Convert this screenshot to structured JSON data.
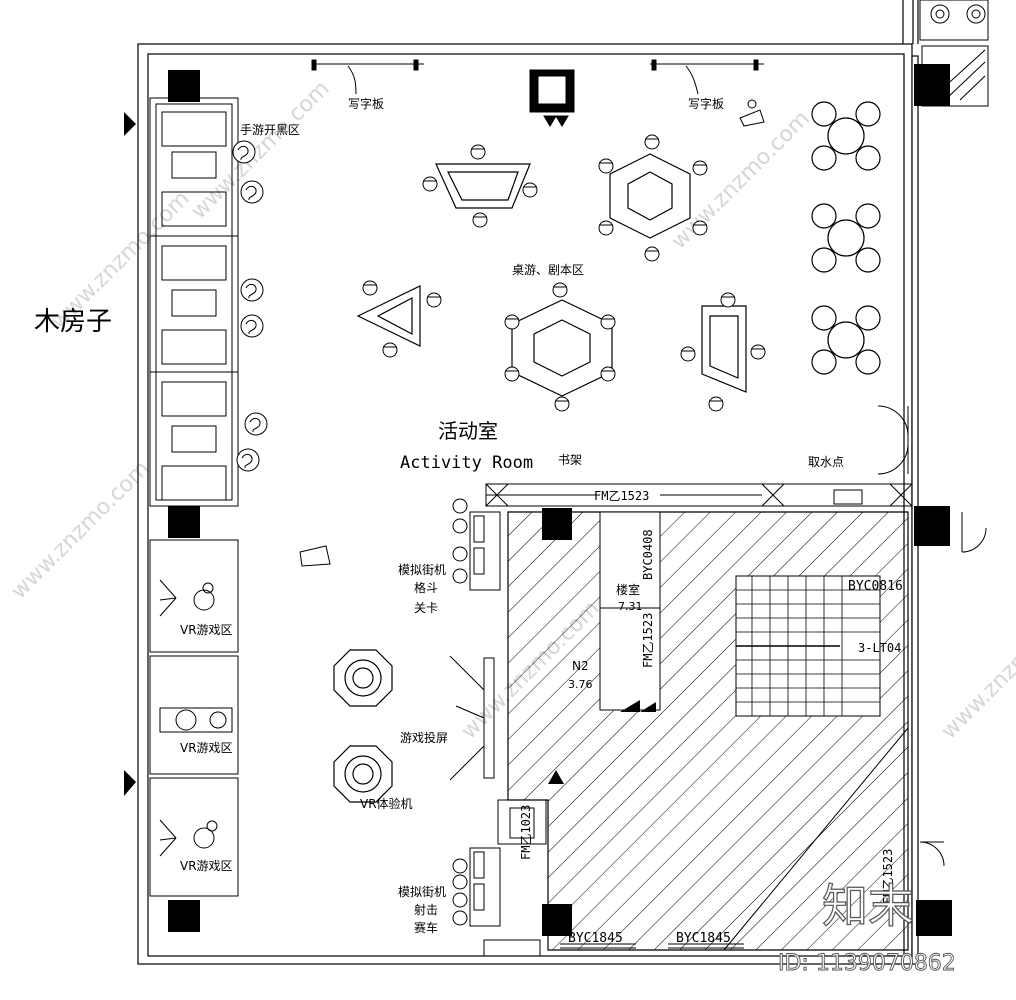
{
  "side_label": "木房子",
  "room": {
    "name_cn": "活动室",
    "name_en": "Activity Room"
  },
  "labels": {
    "writing_board_left": "写字板",
    "writing_board_right": "写字板",
    "handcraft_zone": "手游开黑区",
    "board_game_zone": "桌游、剧本区",
    "bookshelf": "书架",
    "water_point": "取水点",
    "arcade_fight_1": "模拟街机",
    "arcade_fight_2": "格斗",
    "arcade_fight_3": "关卡",
    "vr_zone_1": "VR游戏区",
    "vr_zone_2": "VR游戏区",
    "vr_zone_3": "VR游戏区",
    "game_screen": "游戏投屏",
    "vr_machine": "VR体验机",
    "arcade_shoot_1": "模拟街机",
    "arcade_shoot_2": "射击",
    "arcade_shoot_3": "赛车",
    "stair_room": "楼室",
    "stair_room_height": "7.31",
    "n2_room": "N2",
    "n2_room_height": "3.76",
    "door_fm1": "FM乙1523",
    "door_fm2": "FM乙1523",
    "door_fm3": "FM乙1023",
    "door_fm4": "FM乙1523",
    "window_byc0408": "BYC0408",
    "window_byc0816": "BYC0816",
    "stair_code": "3-LT04",
    "window_byc1845_1": "BYC1845",
    "window_byc1845_2": "BYC1845"
  },
  "watermarks": {
    "site": "www.znzmo.com",
    "brand": "知末",
    "id": "ID: 1139070862"
  }
}
